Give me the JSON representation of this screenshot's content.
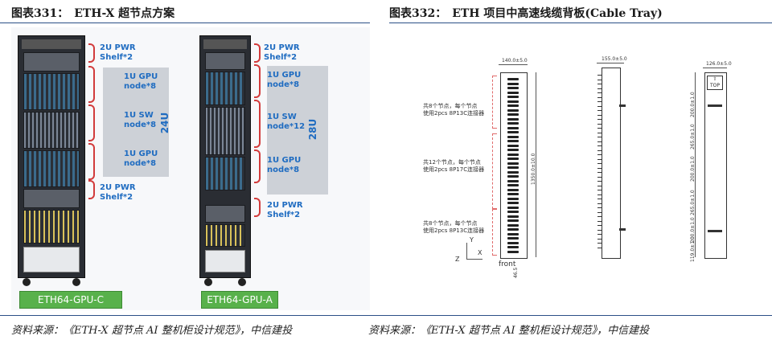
{
  "header": {
    "left_title": "图表331：　ETH-X 超节点方案",
    "right_title": "图表332：　ETH 项目中高速线缆背板(Cable Tray)"
  },
  "left_figure": {
    "rack_a": {
      "tag": "ETH64-GPU-C",
      "callouts": [
        "2U PWR\nShelf*2",
        "1U GPU\nnode*8",
        "1U SW\nnode*8",
        "1U GPU\nnode*8",
        "2U PWR\nShelf*2"
      ],
      "span_label": "24U"
    },
    "rack_b": {
      "tag": "ETH64-GPU-A",
      "callouts": [
        "2U PWR\nShelf*2",
        "1U GPU\nnode*8",
        "1U SW\nnode*12",
        "1U GPU\nnode*8",
        "2U PWR\nShelf*2"
      ],
      "span_label": "28U"
    }
  },
  "right_figure": {
    "dims": {
      "front_width": "140.0±5.0",
      "side_width": "155.0±5.0",
      "rear_width": "126.0±5.0",
      "height_total": "1350.0±10.0",
      "bottom_offset": "46.5",
      "rear_segments": [
        "200.0±1.0",
        "265.0±1.0",
        "200.0±1.0",
        "265.0±1.0",
        "200.0±1.0",
        "119.0±1.0"
      ]
    },
    "notes": [
      "共8个节点，每个节点\n使用2pcs 8P13C连接器",
      "共12个节点，每个节点\n使用2pcs 8P17C连接器",
      "共8个节点，每个节点\n使用2pcs 8P13C连接器"
    ],
    "axes": {
      "y": "Y",
      "x": "X",
      "z": "Z"
    },
    "front_label": "front",
    "top_mark": "TOP"
  },
  "footer": {
    "source_left": "资料来源：《ETH-X 超节点 AI 整机柜设计规范》，中信建投",
    "source_right": "资料来源：《ETH-X 超节点 AI 整机柜设计规范》，中信建投"
  }
}
